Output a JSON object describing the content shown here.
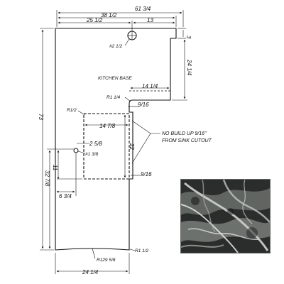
{
  "dimensions": {
    "top_overall": "61 3/4",
    "top_mid": "38 1/2",
    "top_left": "25 1/2",
    "top_right": "13",
    "right_notch": "3",
    "right_upper": "24 1/4",
    "left_overall": "73",
    "left_lower": "32 7/8",
    "left_inner": "11",
    "sink_width": "14 7/8",
    "sink_height": "22",
    "notch_width": "14 1/4",
    "small_upper": "9/16",
    "small_lower": "9/16",
    "hole2_offset": "2 5/8",
    "hole1_offset": "6 3/4",
    "bottom_width": "24 1/4"
  },
  "labels": {
    "hole2": "#2 1/2",
    "hole1": "#1 3/8",
    "kitchen_base": "KITCHEN BASE",
    "radius_r1_upper": "R1 1/4",
    "radius_r1_2": "R1/2",
    "radius_lower": "R1 1/2",
    "radius_large": "R129 5/8",
    "note_line1": "NO BUILD UP 9/16\"",
    "note_line2": "FROM SINK CUTOUT"
  },
  "colors": {
    "line": "#111111",
    "swatch_dark": "#2a2d2b",
    "swatch_mid": "#6e7370",
    "swatch_light": "#cfd3d0"
  },
  "swatch": {
    "icon": "marble-texture-icon"
  }
}
